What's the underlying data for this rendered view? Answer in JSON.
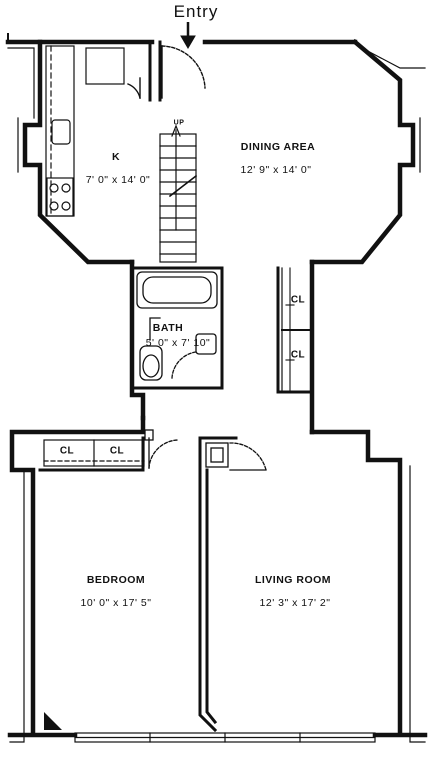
{
  "title": "Entry",
  "rooms": {
    "kitchen": {
      "name": "K",
      "dims": "7' 0\" x 14' 0\""
    },
    "dining": {
      "name": "DINING AREA",
      "dims": "12' 9\" x 14' 0\""
    },
    "bath": {
      "name": "BATH",
      "dims": "5' 0\" x 7' 10\""
    },
    "bedroom": {
      "name": "BEDROOM",
      "dims": "10' 0\" x 17' 5\""
    },
    "living": {
      "name": "LIVING ROOM",
      "dims": "12' 3\" x 17' 2\""
    }
  },
  "closets": {
    "bedroom_left": "CL",
    "bedroom_right": "CL",
    "hall_top": "CL",
    "hall_bottom": "CL"
  },
  "stair_label": "UP",
  "colors": {
    "wall": "#111111",
    "background": "#ffffff"
  }
}
